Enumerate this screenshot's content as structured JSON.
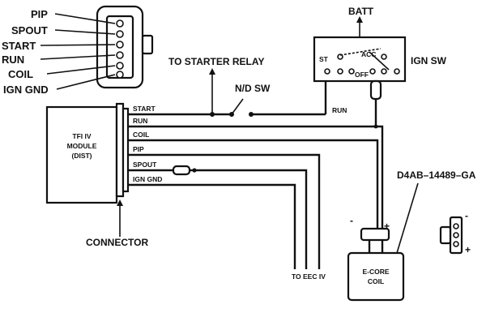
{
  "connector_view": {
    "pins": [
      "PIP",
      "SPOUT",
      "START",
      "RUN",
      "COIL",
      "IGN GND"
    ]
  },
  "module": {
    "title_line1": "TFI IV",
    "title_line2": "MODULE",
    "title_line3": "(DIST)",
    "wires": [
      "START",
      "RUN",
      "COIL",
      "PIP",
      "SPOUT",
      "IGN GND"
    ]
  },
  "labels": {
    "starter_relay": "TO STARTER RELAY",
    "nd_switch": "N/D SW",
    "batt": "BATT",
    "ign_switch": "IGN SW",
    "switch_st": "ST",
    "switch_acc": "ACC",
    "switch_off": "OFF",
    "run_wire": "RUN",
    "connector": "CONNECTOR",
    "to_eec": "TO EEC IV",
    "part_number": "D4AB–14489–GA",
    "coil_minus": "-",
    "coil_plus": "+",
    "coil_line1": "E-CORE",
    "coil_line2": "COIL",
    "side_plus": "+",
    "side_minus": "-"
  }
}
